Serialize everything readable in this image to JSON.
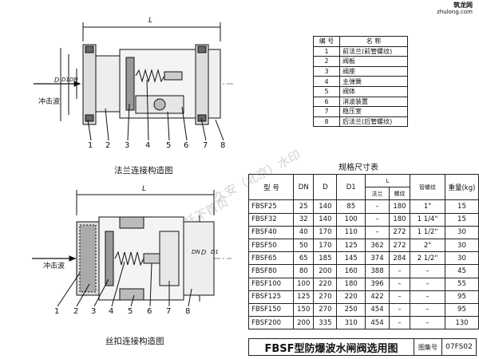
{
  "logo": {
    "name": "筑龙网",
    "url": "zhulong.com"
  },
  "watermark": {
    "line1": "久安（北京）水印",
    "line2": "非委托不首页"
  },
  "drawing1": {
    "caption": "法兰连接构造图",
    "flow_label": "冲击波",
    "dim_L": "L",
    "dim_D": "D",
    "dim_D1": "D1",
    "dim_DN": "DN",
    "leaders": [
      "1",
      "2",
      "3",
      "4",
      "5",
      "6",
      "7",
      "8"
    ]
  },
  "drawing2": {
    "caption": "丝扣连接构造图",
    "flow_label": "冲击波",
    "dim_L": "L",
    "dim_D": "D",
    "dim_D1": "D1",
    "dim_DN": "DN",
    "leaders": [
      "1",
      "2",
      "3",
      "4",
      "5",
      "6",
      "7",
      "8"
    ]
  },
  "parts_table": {
    "headers": [
      "编 号",
      "名 称"
    ],
    "rows": [
      {
        "no": "1",
        "name": "前法兰(前管螺纹)"
      },
      {
        "no": "2",
        "name": "阀板"
      },
      {
        "no": "3",
        "name": "阀座"
      },
      {
        "no": "4",
        "name": "主弹簧"
      },
      {
        "no": "5",
        "name": "阀体"
      },
      {
        "no": "6",
        "name": "消波装置"
      },
      {
        "no": "7",
        "name": "稳压室"
      },
      {
        "no": "8",
        "name": "后法兰(后管螺纹)"
      }
    ]
  },
  "spec_table": {
    "title": "规格尺寸表",
    "headers": {
      "model": "型 号",
      "dn": "DN",
      "d": "D",
      "d1": "D1",
      "l": "L",
      "l_flange": "法兰",
      "l_thread": "螺纹",
      "thread": "管螺纹",
      "weight": "重量(kg)"
    },
    "rows": [
      {
        "model": "FBSF25",
        "dn": "25",
        "d": "140",
        "d1": "85",
        "lf": "–",
        "lt": "180",
        "thr": "1\"",
        "wt": "15"
      },
      {
        "model": "FBSF32",
        "dn": "32",
        "d": "140",
        "d1": "100",
        "lf": "–",
        "lt": "180",
        "thr": "1 1/4\"",
        "wt": "15"
      },
      {
        "model": "FBSF40",
        "dn": "40",
        "d": "170",
        "d1": "110",
        "lf": "–",
        "lt": "272",
        "thr": "1 1/2\"",
        "wt": "30"
      },
      {
        "model": "FBSF50",
        "dn": "50",
        "d": "170",
        "d1": "125",
        "lf": "362",
        "lt": "272",
        "thr": "2\"",
        "wt": "30"
      },
      {
        "model": "FBSF65",
        "dn": "65",
        "d": "185",
        "d1": "145",
        "lf": "374",
        "lt": "284",
        "thr": "2 1/2\"",
        "wt": "30"
      },
      {
        "model": "FBSF80",
        "dn": "80",
        "d": "200",
        "d1": "160",
        "lf": "388",
        "lt": "–",
        "thr": "–",
        "wt": "45"
      },
      {
        "model": "FBSF100",
        "dn": "100",
        "d": "220",
        "d1": "180",
        "lf": "396",
        "lt": "–",
        "thr": "–",
        "wt": "55"
      },
      {
        "model": "FBSF125",
        "dn": "125",
        "d": "270",
        "d1": "220",
        "lf": "422",
        "lt": "–",
        "thr": "–",
        "wt": "95"
      },
      {
        "model": "FBSF150",
        "dn": "150",
        "d": "270",
        "d1": "250",
        "lf": "454",
        "lt": "–",
        "thr": "–",
        "wt": "95"
      },
      {
        "model": "FBSF200",
        "dn": "200",
        "d": "335",
        "d1": "310",
        "lf": "454",
        "lt": "–",
        "thr": "–",
        "wt": "130"
      }
    ]
  },
  "title_block": {
    "title": "FBSF型防爆波水闸阀选用图",
    "label": "图集号",
    "code": "07FS02"
  }
}
